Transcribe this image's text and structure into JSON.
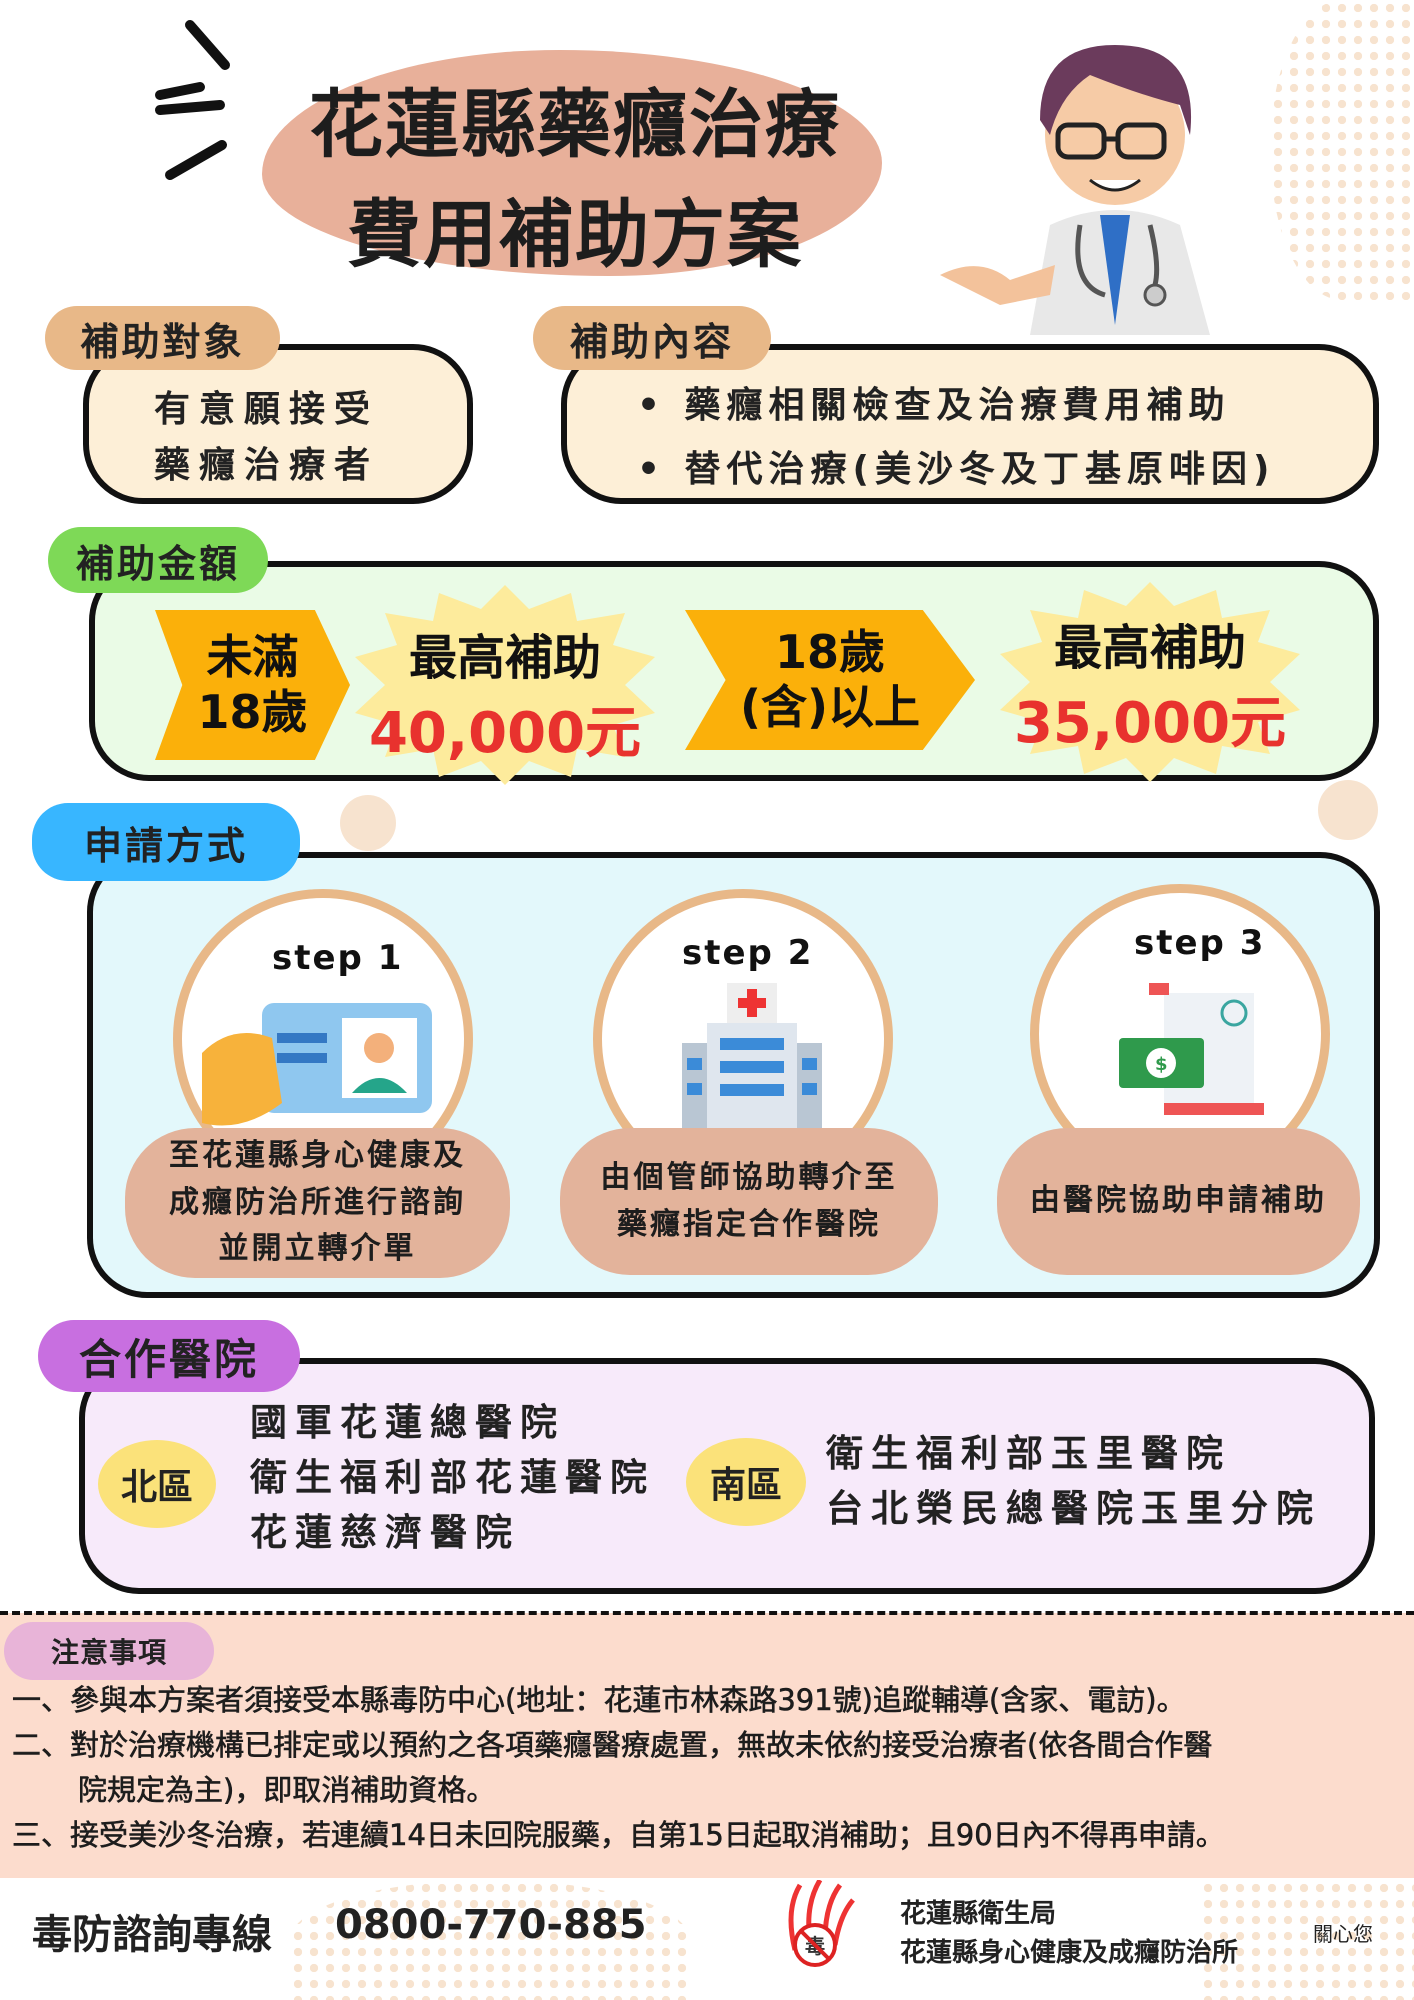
{
  "title": {
    "line1": "花蓮縣藥癮治療",
    "line2": "費用補助方案"
  },
  "target": {
    "tag": "補助對象",
    "lines": [
      "有意願接受",
      "藥癮治療者"
    ]
  },
  "content": {
    "tag": "補助內容",
    "items": [
      "藥癮相關檢查及治療費用補助",
      "替代治療(美沙冬及丁基原啡因)"
    ]
  },
  "amount": {
    "tag": "補助金額",
    "groups": [
      {
        "age1": "未滿",
        "age2": "18歲",
        "label": "最高補助",
        "value": "40,000元"
      },
      {
        "age1": "18歲",
        "age2": "(含)以上",
        "label": "最高補助",
        "value": "35,000元"
      }
    ]
  },
  "apply": {
    "tag": "申請方式",
    "steps": [
      {
        "step": "step  1",
        "icon": "id-card-icon",
        "text": [
          "至花蓮縣身心健康及",
          "成癮防治所進行諮詢",
          "並開立轉介單"
        ]
      },
      {
        "step": "step  2",
        "icon": "hospital-icon",
        "text": [
          "由個管師協助轉介至",
          "藥癮指定合作醫院"
        ]
      },
      {
        "step": "step  3",
        "icon": "invoice-money-icon",
        "text": [
          "由醫院協助申請補助"
        ]
      }
    ]
  },
  "hospitals": {
    "tag": "合作醫院",
    "north": {
      "label": "北區",
      "list": [
        "國軍花蓮總醫院",
        "衛生福利部花蓮醫院",
        "花蓮慈濟醫院"
      ]
    },
    "south": {
      "label": "南區",
      "list": [
        "衛生福利部玉里醫院",
        "台北榮民總醫院玉里分院"
      ]
    }
  },
  "notice": {
    "tag": "注意事項",
    "items": [
      "一、參與本方案者須接受本縣毒防中心(地址：花蓮市林森路391號)追蹤輔導(含家、電訪)。",
      "二、對於治療機構已排定或以預約之各項藥癮醫療處置，無故未依約接受治療者(依各間合作醫",
      "院規定為主)，即取消補助資格。",
      "三、接受美沙冬治療，若連續14日未回院服藥，自第15日起取消補助；且90日內不得再申請。"
    ]
  },
  "footer": {
    "hotline_label": "毒防諮詢專線",
    "hotline": "0800-770-885",
    "org1": "花蓮縣衛生局",
    "org2": "花蓮縣身心健康及成癮防治所",
    "care": "關心您",
    "logo_text": "毒"
  },
  "colors": {
    "tag_tan": "#e8b888",
    "tag_green": "#7ed957",
    "tag_blue": "#38b6ff",
    "tag_purple": "#c86fe0",
    "tag_pink": "#e8b4d8",
    "red": "#e8322e"
  }
}
